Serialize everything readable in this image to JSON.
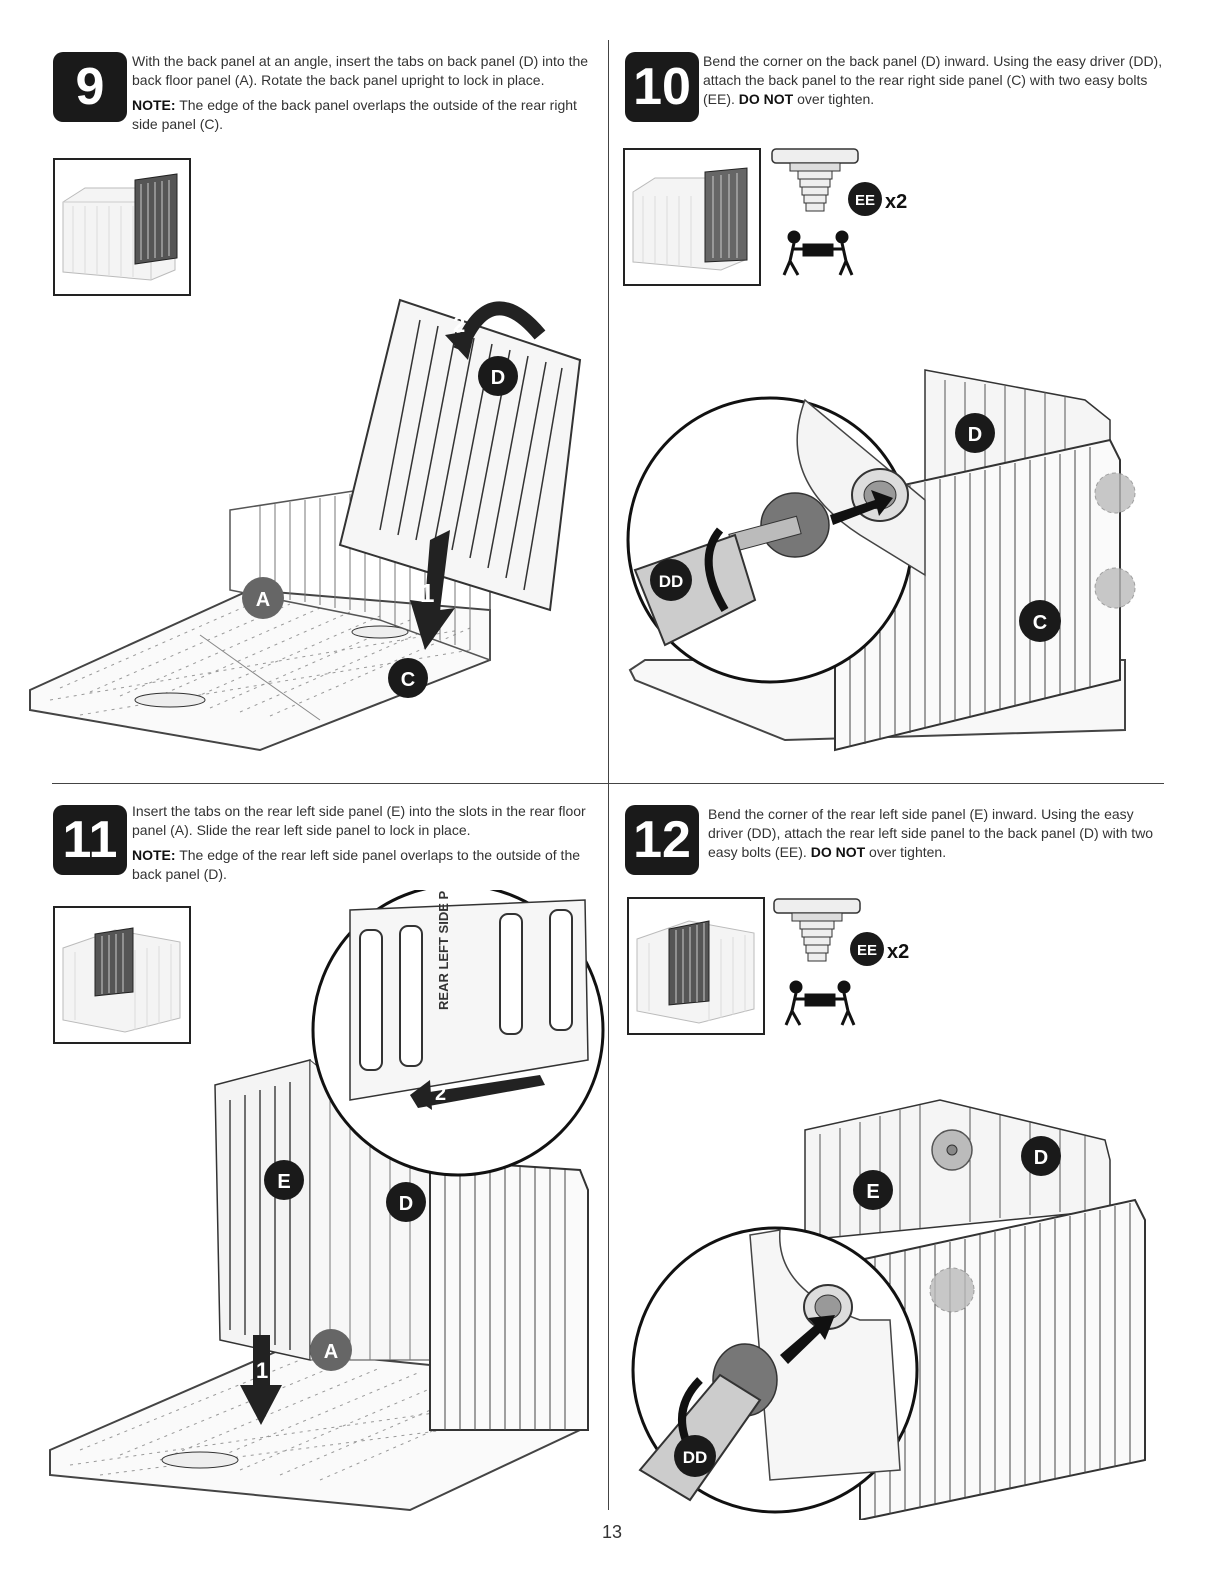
{
  "page_number": "13",
  "steps": [
    {
      "number": "9",
      "instruction": "With the back panel at an angle, insert the tabs on back panel (D) into the back floor panel (A). Rotate the back panel upright to lock in place.",
      "note_label": "NOTE:",
      "note_text": " The edge of the back panel overlaps the outside of the rear right side panel (C).",
      "callouts": [
        "D",
        "A",
        "C"
      ],
      "arrows": [
        "1",
        "2"
      ]
    },
    {
      "number": "10",
      "instruction_pre": "Bend the corner on the back panel (D) inward. Using the easy driver (DD), attach the back panel to the rear right side panel (C) with two easy bolts (EE). ",
      "do_not": "DO NOT",
      "instruction_post": " over tighten.",
      "part_label": "EE",
      "quantity": "x2",
      "callouts": [
        "D",
        "C",
        "DD"
      ]
    },
    {
      "number": "11",
      "instruction": "Insert the tabs on the rear left side panel (E) into the slots in the rear floor panel (A). Slide the rear left side panel to lock in place.",
      "note_label": "NOTE:",
      "note_text": " The edge of the rear left side panel overlaps to the outside of the back panel (D).",
      "panel_stamp": "REAR LEFT SIDE P",
      "callouts": [
        "E",
        "D",
        "A"
      ],
      "arrows": [
        "1",
        "2"
      ]
    },
    {
      "number": "12",
      "instruction_pre": "Bend the corner of the rear left side panel (E) inward. Using the easy driver (DD), attach the rear left side panel to the back panel (D) with two easy bolts (EE). ",
      "do_not": "DO NOT",
      "instruction_post": " over tighten.",
      "part_label": "EE",
      "quantity": "x2",
      "callouts": [
        "E",
        "D",
        "DD"
      ]
    }
  ]
}
